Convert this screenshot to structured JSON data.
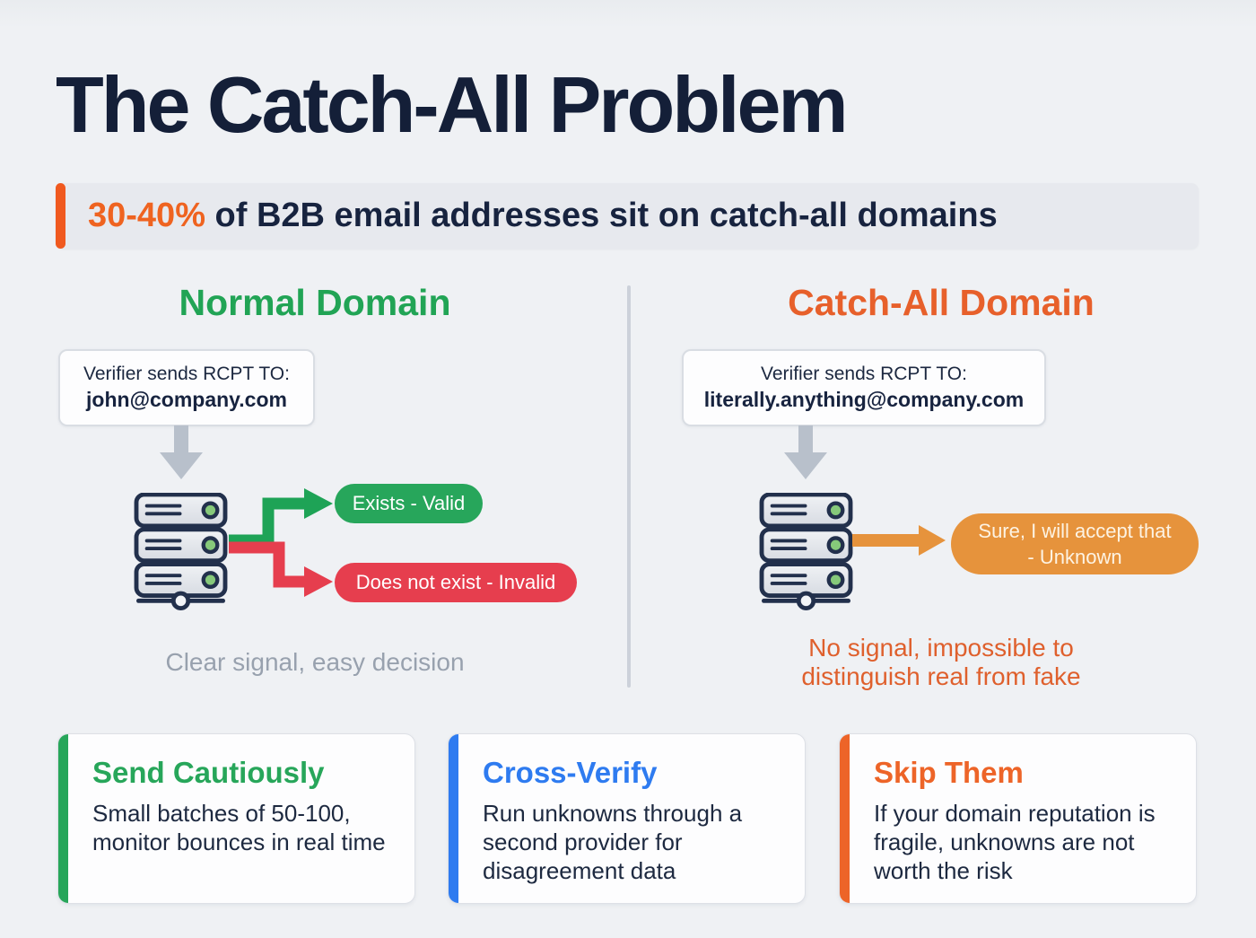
{
  "page": {
    "title": "The Catch-All Problem"
  },
  "stat": {
    "highlight": "30-40%",
    "text": " of B2B email addresses sit on catch-all domains"
  },
  "normal": {
    "heading": "Normal Domain",
    "verifier_line1": "Verifier sends RCPT TO:",
    "verifier_line2": "john@company.com",
    "outcome_valid": "Exists - Valid",
    "outcome_invalid": "Does not exist - Invalid",
    "caption": "Clear signal, easy decision"
  },
  "catchall": {
    "heading": "Catch-All Domain",
    "verifier_line1": "Verifier sends RCPT TO:",
    "verifier_line2": "literally.anything@company.com",
    "outcome_unknown_line1": "Sure, I will accept that",
    "outcome_unknown_line2": "- Unknown",
    "caption_line1": "No signal, impossible to",
    "caption_line2": "distinguish real from fake"
  },
  "cards": [
    {
      "title": "Send Cautiously",
      "body": "Small batches of 50-100, monitor bounces in real time",
      "accent": "#27a65a"
    },
    {
      "title": "Cross-Verify",
      "body": "Run unknowns through a second provider for disagreement data",
      "accent": "#2e7bf0"
    },
    {
      "title": "Skip Them",
      "body": "If your domain reputation is fragile, unknowns are not worth the risk",
      "accent": "#ed6428"
    }
  ],
  "colors": {
    "title_navy": "#141f38",
    "accent_orange": "#ef6320",
    "green": "#21a455",
    "red": "#e63e4e",
    "blue": "#2e7bf0",
    "pill_orange": "#e6933c",
    "caption_gray": "#98a1ae",
    "background": "#eff1f4"
  }
}
